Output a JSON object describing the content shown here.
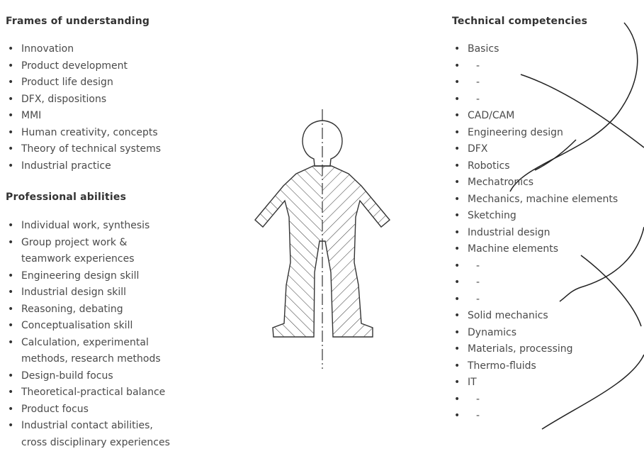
{
  "left": {
    "frames": {
      "heading": "Frames of understanding",
      "items": [
        "Innovation",
        "Product development",
        "Product life design",
        "DFX, dispositions",
        "MMI",
        "Human creativity, concepts",
        "Theory of technical systems",
        "Industrial practice"
      ]
    },
    "abilities": {
      "heading": "Professional abilities",
      "items": [
        "Individual work, synthesis",
        "Group project work &",
        "teamwork experiences",
        "Engineering design skill",
        "Industrial design skill",
        "Reasoning, debating",
        "Conceptualisation skill",
        "Calculation, experimental",
        "methods, research methods",
        "Design-build focus",
        "Theoretical-practical balance",
        "Product focus",
        "Industrial contact abilities,",
        "cross disciplinary experiences"
      ]
    }
  },
  "right": {
    "competencies": {
      "heading": "Technical competencies",
      "items": [
        "Basics",
        "-",
        "-",
        "-",
        "CAD/CAM",
        "Engineering design",
        "DFX",
        "Robotics",
        "Mechatronics",
        "Mechanics, machine elements",
        "Sketching",
        "Industrial design",
        "Machine elements",
        "-",
        "-",
        "-",
        "Solid mechanics",
        "Dynamics",
        "Materials, processing",
        "Thermo-fluids",
        "IT",
        "-",
        "-"
      ]
    }
  },
  "figure": {
    "icon": "human-figure-icon"
  },
  "curves": {
    "icon": "double-helix-icon"
  }
}
